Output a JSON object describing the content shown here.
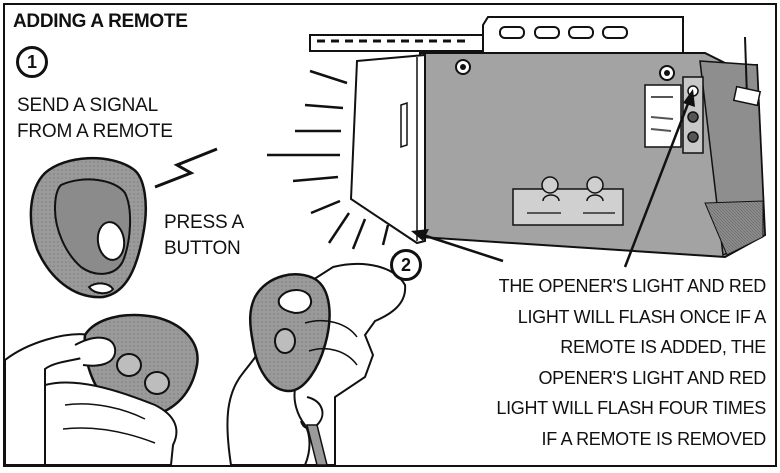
{
  "title": "ADDING A REMOTE",
  "steps": [
    {
      "number": "1",
      "lines": [
        "SEND A SIGNAL",
        "FROM A REMOTE"
      ]
    },
    {
      "number": "2",
      "lines": [
        "PRESS A",
        "BUTTON"
      ]
    }
  ],
  "note_lines": [
    "THE OPENER'S LIGHT AND RED",
    "LIGHT WILL FLASH ONCE IF A",
    "REMOTE IS ADDED, THE",
    "OPENER'S LIGHT AND RED",
    "LIGHT WILL FLASH FOUR TIMES",
    "IF A REMOTE IS REMOVED"
  ],
  "colors": {
    "ink": "#111111",
    "shade": "#9a9a9a",
    "dark_shade": "#6f6f6f",
    "paper": "#ffffff"
  },
  "icons": [
    "step-1-badge",
    "step-2-badge",
    "garage-door-opener-illustration",
    "remote-control-illustration",
    "hand-pressing-remote-illustration",
    "signal-zigzag-icon"
  ]
}
